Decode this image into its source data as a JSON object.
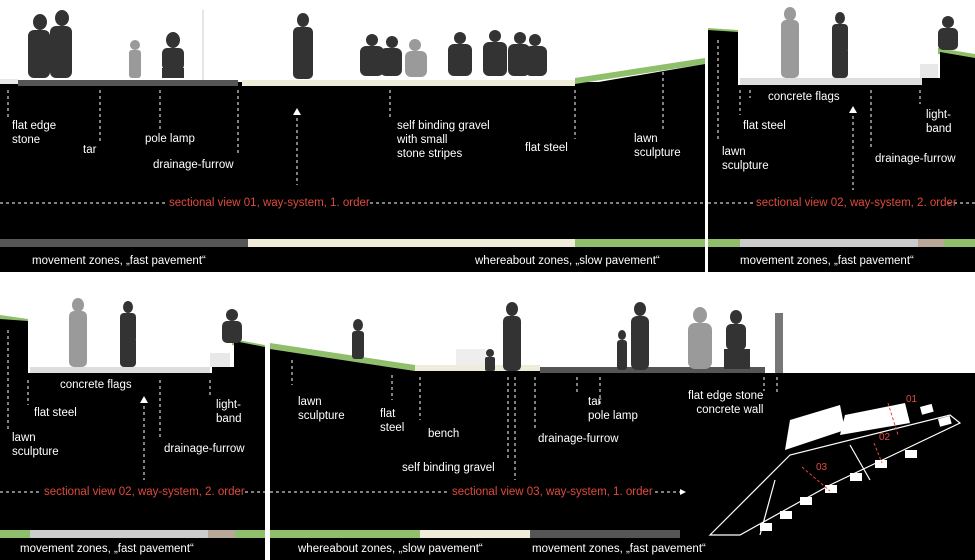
{
  "colors": {
    "ground": "#000000",
    "text": "#ffffff",
    "accent": "#e04a3c",
    "tar": "#555555",
    "gravel": "#efecd9",
    "lawn": "#8fbf6a",
    "concrete": "#cccccc",
    "steel": "#b9a797",
    "silhouette": "#333333",
    "silhouette_light": "#9a9a9a"
  },
  "section1": {
    "labels": {
      "flat_edge_stone": "flat edge\nstone",
      "tar": "tar",
      "pole_lamp": "pole lamp",
      "drainage_furrow": "drainage-furrow",
      "gravel": "self binding gravel\nwith small\nstone stripes",
      "flat_steel": "flat steel",
      "lawn_sculpture": "lawn\nsculpture"
    },
    "title": "sectional view 01, way-system, 1. order",
    "zone_fast": "movement zones, „fast pavement“",
    "zone_slow": "whereabout zones, „slow pavement“"
  },
  "section2": {
    "labels": {
      "concrete_flags": "concrete flags",
      "flat_steel": "flat steel",
      "light_band": "light-\nband",
      "lawn_sculpture": "lawn\nsculpture",
      "drainage_furrow": "drainage-furrow"
    },
    "title": "sectional view 02, way-system, 2. order",
    "zone_fast": "movement zones, „fast pavement“"
  },
  "section2b": {
    "labels": {
      "concrete_flags": "concrete flags",
      "flat_steel": "flat steel",
      "light_band": "light-\nband",
      "lawn_sculpture": "lawn\nsculpture",
      "drainage_furrow": "drainage-furrow"
    },
    "title": "sectional view 02, way-system, 2. order",
    "zone_fast": "movement zones, „fast pavement“"
  },
  "section3": {
    "labels": {
      "lawn_sculpture": "lawn\nsculpture",
      "flat_steel": "flat\nsteel",
      "bench": "bench",
      "gravel": "self binding gravel",
      "drainage_furrow": "drainage-furrow",
      "tar_pole_lamp": "tar\npole lamp",
      "edge_wall": "flat edge stone\nconcrete wall"
    },
    "title": "sectional view 03, way-system, 1. order",
    "zone_slow": "whereabout zones, „slow pavement“",
    "zone_fast": "movement zones, „fast pavement“"
  },
  "keymap": {
    "marks": [
      "01",
      "02",
      "03"
    ]
  }
}
